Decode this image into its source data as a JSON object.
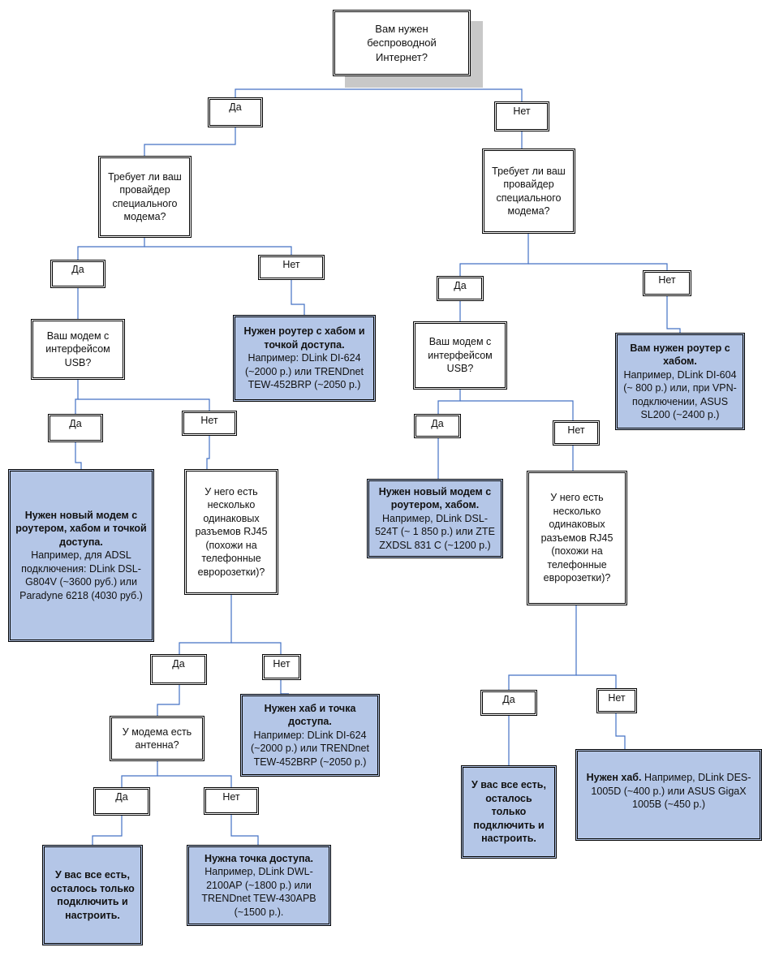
{
  "nodes": {
    "root": "Вам нужен беспроводной Интернет?",
    "yes1": "Да",
    "no1": "Нет",
    "q_left_modem": "Требует ли ваш провайдер специального модема?",
    "q_right_modem": "Требует ли ваш провайдер специального модема?",
    "yes2L": "Да",
    "no2L": "Нет",
    "yes2R": "Да",
    "no2R": "Нет",
    "q_usbL": "Ваш модем с интерфейсом USB?",
    "q_usbR": "Ваш модем с интерфейсом USB?",
    "ans_router_hub_ap_bold": "Нужен роутер с хабом и точкой доступа.",
    "ans_router_hub_ap_text": "Например: DLink DI-624 (~2000 р.) или TRENDnet TEW-452BRP (~2050 р.)",
    "ans_router_hub_bold": "Вам нужен роутер с хабом.",
    "ans_router_hub_text": "Например, DLink DI-604 (~ 800 р.) или, при VPN-подключении, ASUS SL200 (~2400 р.)",
    "yes3L": "Да",
    "no3L": "Нет",
    "yes3R": "Да",
    "no3R": "Нет",
    "ans_new_modem_full_bold": "Нужен новый модем с роутером, хабом и точкой доступа.",
    "ans_new_modem_full_text": "Например, для ADSL подключения: DLink DSL-G804V (~3600 руб.) или Paradyne 6218 (4030 руб.)",
    "q_rj45L": "У него есть несколько одинаковых разъемов RJ45 (похожи на телефонные евророзетки)?",
    "ans_new_modem_hub_bold": "Нужен новый модем с роутером, хабом.",
    "ans_new_modem_hub_text": "Например, DLink DSL-524T (~ 1 850 р.) или ZTE ZXDSL 831 C (~1200 р.)",
    "q_rj45R": "У него есть несколько одинаковых разъемов RJ45 (похожи на телефонные евророзетки)?",
    "yes4L": "Да",
    "no4L": "Нет",
    "yes4R": "Да",
    "no4R": "Нет",
    "q_antenna": "У модема есть антенна?",
    "ans_hub_ap_bold": "Нужен хаб и точка доступа.",
    "ans_hub_ap_text": "Например: DLink DI-624 (~2000 р.) или TRENDnet TEW-452BRP (~2050 р.)",
    "ans_all_set_R": "У вас все есть, осталось только подключить и настроить.",
    "ans_hub_bold": "Нужен хаб.",
    "ans_hub_text": "Например, DLink DES-1005D (~400 р.) или ASUS GigaX 1005B (~450 р.)",
    "yes5": "Да",
    "no5": "Нет",
    "ans_all_set_L": "У вас все есть, осталось только подключить и настроить.",
    "ans_ap_bold": "Нужна точка доступа.",
    "ans_ap_text": "Например,  DLink DWL-2100AP (~1800 р.) или TRENDnet TEW-430APB (~1500 р.)."
  },
  "colors": {
    "answer_fill": "#b4c6e7",
    "connector": "#4472c4",
    "border": "#000000"
  }
}
